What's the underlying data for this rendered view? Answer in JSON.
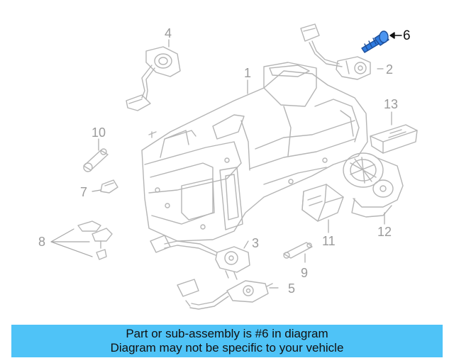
{
  "diagram": {
    "callouts": [
      "1",
      "2",
      "3",
      "4",
      "5",
      "6",
      "7",
      "8",
      "9",
      "10",
      "11",
      "12",
      "13"
    ],
    "highlighted": "6"
  },
  "banner": {
    "line1": "Part or sub-assembly is #6 in diagram",
    "line2": "Diagram may not be specific to your vehicle",
    "color": "#4fc3f7"
  },
  "colors": {
    "line": "#b5b5b5",
    "highlight_part": "#1e63c8",
    "label": "#9a9a9a"
  }
}
